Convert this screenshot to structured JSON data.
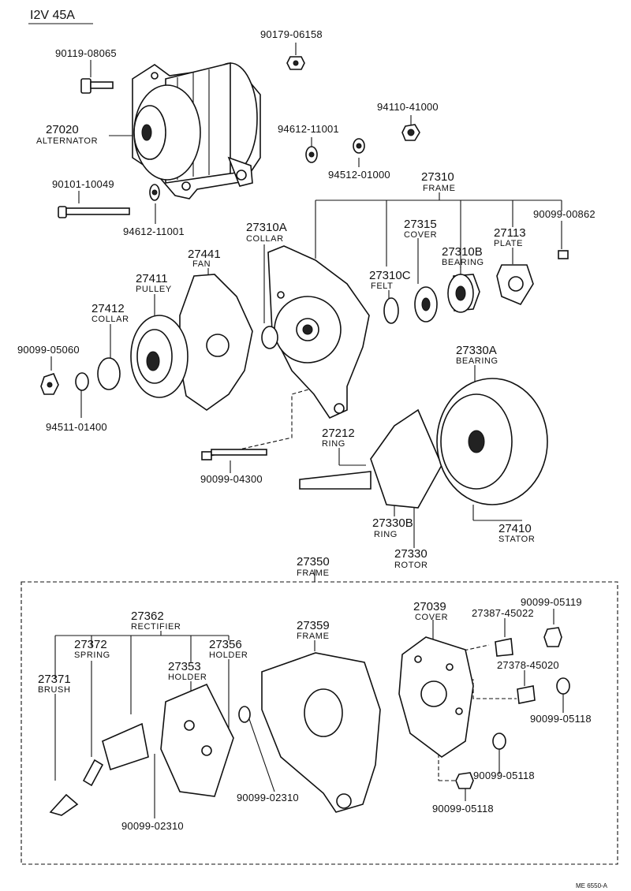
{
  "header": {
    "title": "I2V 45A"
  },
  "footer": {
    "code": "ME 6550-A"
  },
  "parts": {
    "p90179": {
      "num": "90179-06158"
    },
    "p90119": {
      "num": "90119-08065"
    },
    "p27020": {
      "num": "27020",
      "name": "ALTERNATOR"
    },
    "p94110": {
      "num": "94110-41000"
    },
    "p94612a": {
      "num": "94612-11001"
    },
    "p94512": {
      "num": "94512-01000"
    },
    "p90101": {
      "num": "90101-10049"
    },
    "p94612b": {
      "num": "94612-11001"
    },
    "p27310": {
      "num": "27310",
      "name": "FRAME"
    },
    "p90099_00862": {
      "num": "90099-00862"
    },
    "p27310A": {
      "num": "27310A",
      "name": "COLLAR"
    },
    "p27315": {
      "num": "27315",
      "name": "COVER"
    },
    "p27113": {
      "num": "27113",
      "name": "PLATE"
    },
    "p27441": {
      "num": "27441",
      "name": "FAN"
    },
    "p27310B": {
      "num": "27310B",
      "name": "BEARING"
    },
    "p27310C": {
      "num": "27310C",
      "name": "FELT"
    },
    "p27411": {
      "num": "27411",
      "name": "PULLEY"
    },
    "p27412": {
      "num": "27412",
      "name": "COLLAR"
    },
    "p90099_05060": {
      "num": "90099-05060"
    },
    "p27330A": {
      "num": "27330A",
      "name": "BEARING"
    },
    "p94511": {
      "num": "94511-01400"
    },
    "p27212": {
      "num": "27212",
      "name": "RING"
    },
    "p90099_04300": {
      "num": "90099-04300"
    },
    "p27330B": {
      "num": "27330B",
      "name": "RING"
    },
    "p27410": {
      "num": "27410",
      "name": "STATOR"
    },
    "p27330": {
      "num": "27330",
      "name": "ROTOR"
    },
    "p27350": {
      "num": "27350",
      "name": "FRAME"
    },
    "p27362": {
      "num": "27362",
      "name": "RECTIFIER"
    },
    "p27039": {
      "num": "27039",
      "name": "COVER"
    },
    "p90099_05119": {
      "num": "90099-05119"
    },
    "p27387": {
      "num": "27387-45022"
    },
    "p27372": {
      "num": "27372",
      "name": "SPRING"
    },
    "p27356": {
      "num": "27356",
      "name": "HOLDER"
    },
    "p27359": {
      "num": "27359",
      "name": "FRAME"
    },
    "p27353": {
      "num": "27353",
      "name": "HOLDER"
    },
    "p27378": {
      "num": "27378-45020"
    },
    "p27371": {
      "num": "27371",
      "name": "BRUSH"
    },
    "p90099_05118a": {
      "num": "90099-05118"
    },
    "p90099_05118b": {
      "num": "90099-05118"
    },
    "p90099_02310a": {
      "num": "90099-02310"
    },
    "p90099_05118c": {
      "num": "90099-05118"
    },
    "p90099_02310b": {
      "num": "90099-02310"
    }
  }
}
